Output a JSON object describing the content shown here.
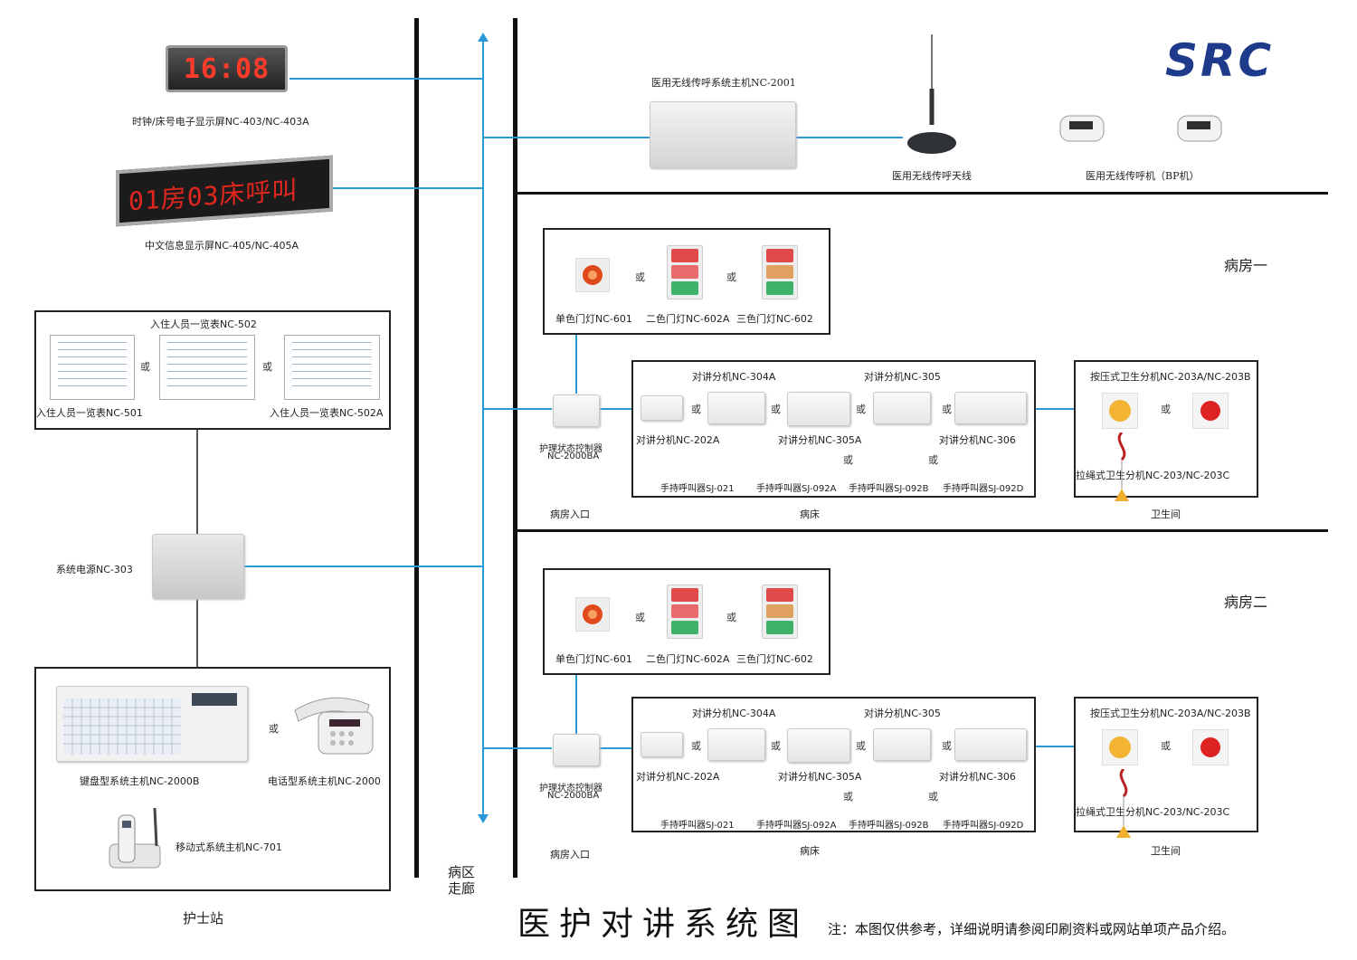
{
  "logo": "SRC",
  "title": "医护对讲系统图",
  "note": "注：本图仅供参考，详细说明请参阅印刷资料或网站单项产品介绍。",
  "corridor": "病区走廊",
  "nurse_station": "护士站",
  "or": "或",
  "left": {
    "clock_display": "16:08",
    "clock_label": "时钟/床号电子显示屏NC-403/NC-403A",
    "led_display": "01房03床呼叫",
    "led_label": "中文信息显示屏NC-405/NC-405A",
    "roster_top": "入住人员一览表NC-502",
    "roster_501": "入住人员一览表NC-501",
    "roster_502a": "入住人员一览表NC-502A",
    "power": "系统电源NC-303",
    "keyboard_host": "键盘型系统主机NC-2000B",
    "phone_host": "电话型系统主机NC-2000",
    "mobile_host": "移动式系统主机NC-701"
  },
  "wireless": {
    "host": "医用无线传呼系统主机NC-2001",
    "antenna": "医用无线传呼天线",
    "pager": "医用无线传呼机（BP机）"
  },
  "wards": [
    {
      "name": "病房一",
      "lamp1": "单色门灯NC-601",
      "lamp2": "二色门灯NC-602A",
      "lamp3": "三色门灯NC-602",
      "controller": "护理状态控制器",
      "controller_model": "NC-2000BA",
      "entrance": "病房入口",
      "bed": "病床",
      "bath": "卫生间",
      "nc304a": "对讲分机NC-304A",
      "nc305": "对讲分机NC-305",
      "nc202a": "对讲分机NC-202A",
      "nc305a": "对讲分机NC-305A",
      "nc306": "对讲分机NC-306",
      "sj021": "手持呼叫器SJ-021",
      "sj092a": "手持呼叫器SJ-092A",
      "sj092b": "手持呼叫器SJ-092B",
      "sj092d": "手持呼叫器SJ-092D",
      "push_bath": "按压式卫生分机NC-203A/NC-203B",
      "pull_bath": "拉绳式卫生分机NC-203/NC-203C"
    },
    {
      "name": "病房二",
      "lamp1": "单色门灯NC-601",
      "lamp2": "二色门灯NC-602A",
      "lamp3": "三色门灯NC-602",
      "controller": "护理状态控制器",
      "controller_model": "NC-2000BA",
      "entrance": "病房入口",
      "bed": "病床",
      "bath": "卫生间",
      "nc304a": "对讲分机NC-304A",
      "nc305": "对讲分机NC-305",
      "nc202a": "对讲分机NC-202A",
      "nc305a": "对讲分机NC-305A",
      "nc306": "对讲分机NC-306",
      "sj021": "手持呼叫器SJ-021",
      "sj092a": "手持呼叫器SJ-092A",
      "sj092b": "手持呼叫器SJ-092B",
      "sj092d": "手持呼叫器SJ-092D",
      "push_bath": "按压式卫生分机NC-203A/NC-203B",
      "pull_bath": "拉绳式卫生分机NC-203/NC-203C"
    }
  ],
  "colors": {
    "line": "#2a9ad6",
    "logo": "#1e3a8a",
    "led": "#e0261e"
  }
}
